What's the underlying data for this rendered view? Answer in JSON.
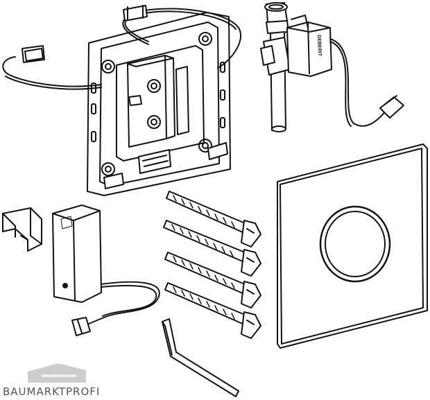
{
  "watermark": {
    "text": "BAUMARKTPROFI",
    "color": "#555555"
  },
  "product_label": {
    "text": "GEBERIT"
  },
  "colors": {
    "line": "#111111",
    "fill": "#ffffff",
    "shade": "#cccccc"
  },
  "icons": [
    "mounting-frame",
    "valve-unit",
    "battery-box",
    "clip",
    "screws",
    "cover-plate",
    "hex-key"
  ]
}
